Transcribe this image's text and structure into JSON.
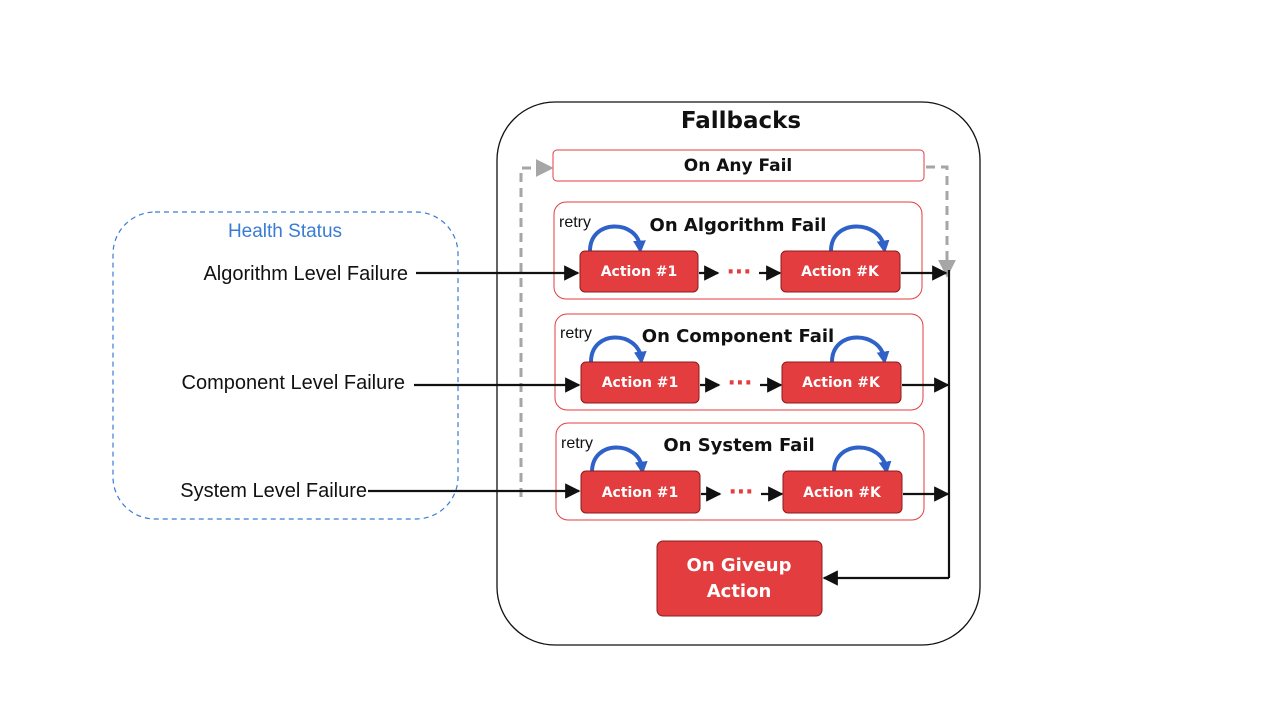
{
  "health_status": {
    "title": "Health Status",
    "failures": [
      "Algorithm Level Failure",
      "Component Level Failure",
      "System Level Failure"
    ]
  },
  "fallbacks": {
    "title": "Fallbacks",
    "on_any_fail": "On Any Fail",
    "groups": [
      {
        "title": "On Algorithm Fail",
        "retry": "retry",
        "first_action": "Action #1",
        "ellipsis": "···",
        "last_action": "Action #K"
      },
      {
        "title": "On Component Fail",
        "retry": "retry",
        "first_action": "Action #1",
        "ellipsis": "···",
        "last_action": "Action #K"
      },
      {
        "title": "On System Fail",
        "retry": "retry",
        "first_action": "Action #1",
        "ellipsis": "···",
        "last_action": "Action #K"
      }
    ],
    "giveup": {
      "line1": "On Giveup",
      "line2": "Action"
    }
  },
  "colors": {
    "action_fill": "#e43d40",
    "group_border": "#e43d40",
    "health_border": "#3a7bd5",
    "health_title": "#3a7bd5",
    "retry_arrow": "#2f62c8",
    "dashed_arrow": "#a6a6a6",
    "ellipsis": "#e43d40"
  }
}
